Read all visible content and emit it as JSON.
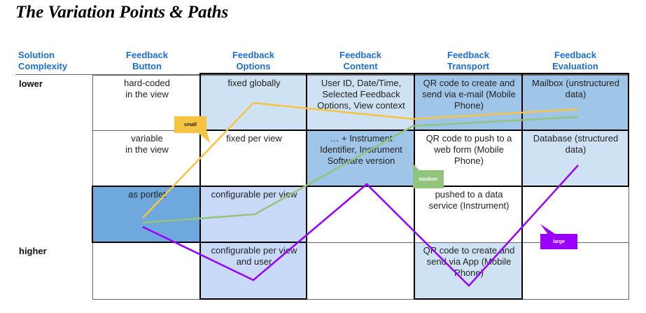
{
  "title": "The Variation Points & Paths",
  "columns": [
    {
      "label": "Solution\nComplexity"
    },
    {
      "label": "Feedback\nButton"
    },
    {
      "label": "Feedback\nOptions"
    },
    {
      "label": "Feedback\nContent"
    },
    {
      "label": "Feedback\nTransport"
    },
    {
      "label": "Feedback\nEvaluation"
    }
  ],
  "rows": [
    {
      "label": "lower",
      "cells": [
        "hard-coded\nin the view",
        "fixed globally",
        "User ID, Date/Time,\nSelected Feedback\nOptions, View context",
        "QR code to create and\nsend via e-mail (Mobile\nPhone)",
        "Mailbox (unstructured\ndata)"
      ]
    },
    {
      "label": "",
      "cells": [
        "variable\nin the view",
        "fixed per view",
        "… + Instrument\nIdentifier, Instrument\nSoftware version",
        "QR code to push to a\nweb form (Mobile\nPhone)",
        "Database (structured\ndata)"
      ]
    },
    {
      "label": "",
      "cells": [
        "as portlet",
        "configurable per view",
        "",
        "pushed to a data\nservice (Instrument)",
        ""
      ]
    },
    {
      "label": "higher",
      "cells": [
        "",
        "configurable per view\nand user",
        "",
        "QR code to create and\nsend via App (Mobile\nPhone)",
        ""
      ]
    }
  ],
  "colors": {
    "header_blue": "#1c6fd1",
    "light_blue": "#cfe2f3",
    "mid_blue": "#9fc5e8",
    "strong_blue": "#6fa8dc",
    "periwinkle": "#c9daf8",
    "small_path": "#f6c342",
    "medium_path": "#93c47d",
    "large_path": "#9900ff"
  },
  "paths": [
    {
      "name": "small",
      "label": "small",
      "color": "#f6c342"
    },
    {
      "name": "medium",
      "label": "medium",
      "color": "#93c47d"
    },
    {
      "name": "large",
      "label": "large",
      "color": "#9900ff"
    }
  ]
}
